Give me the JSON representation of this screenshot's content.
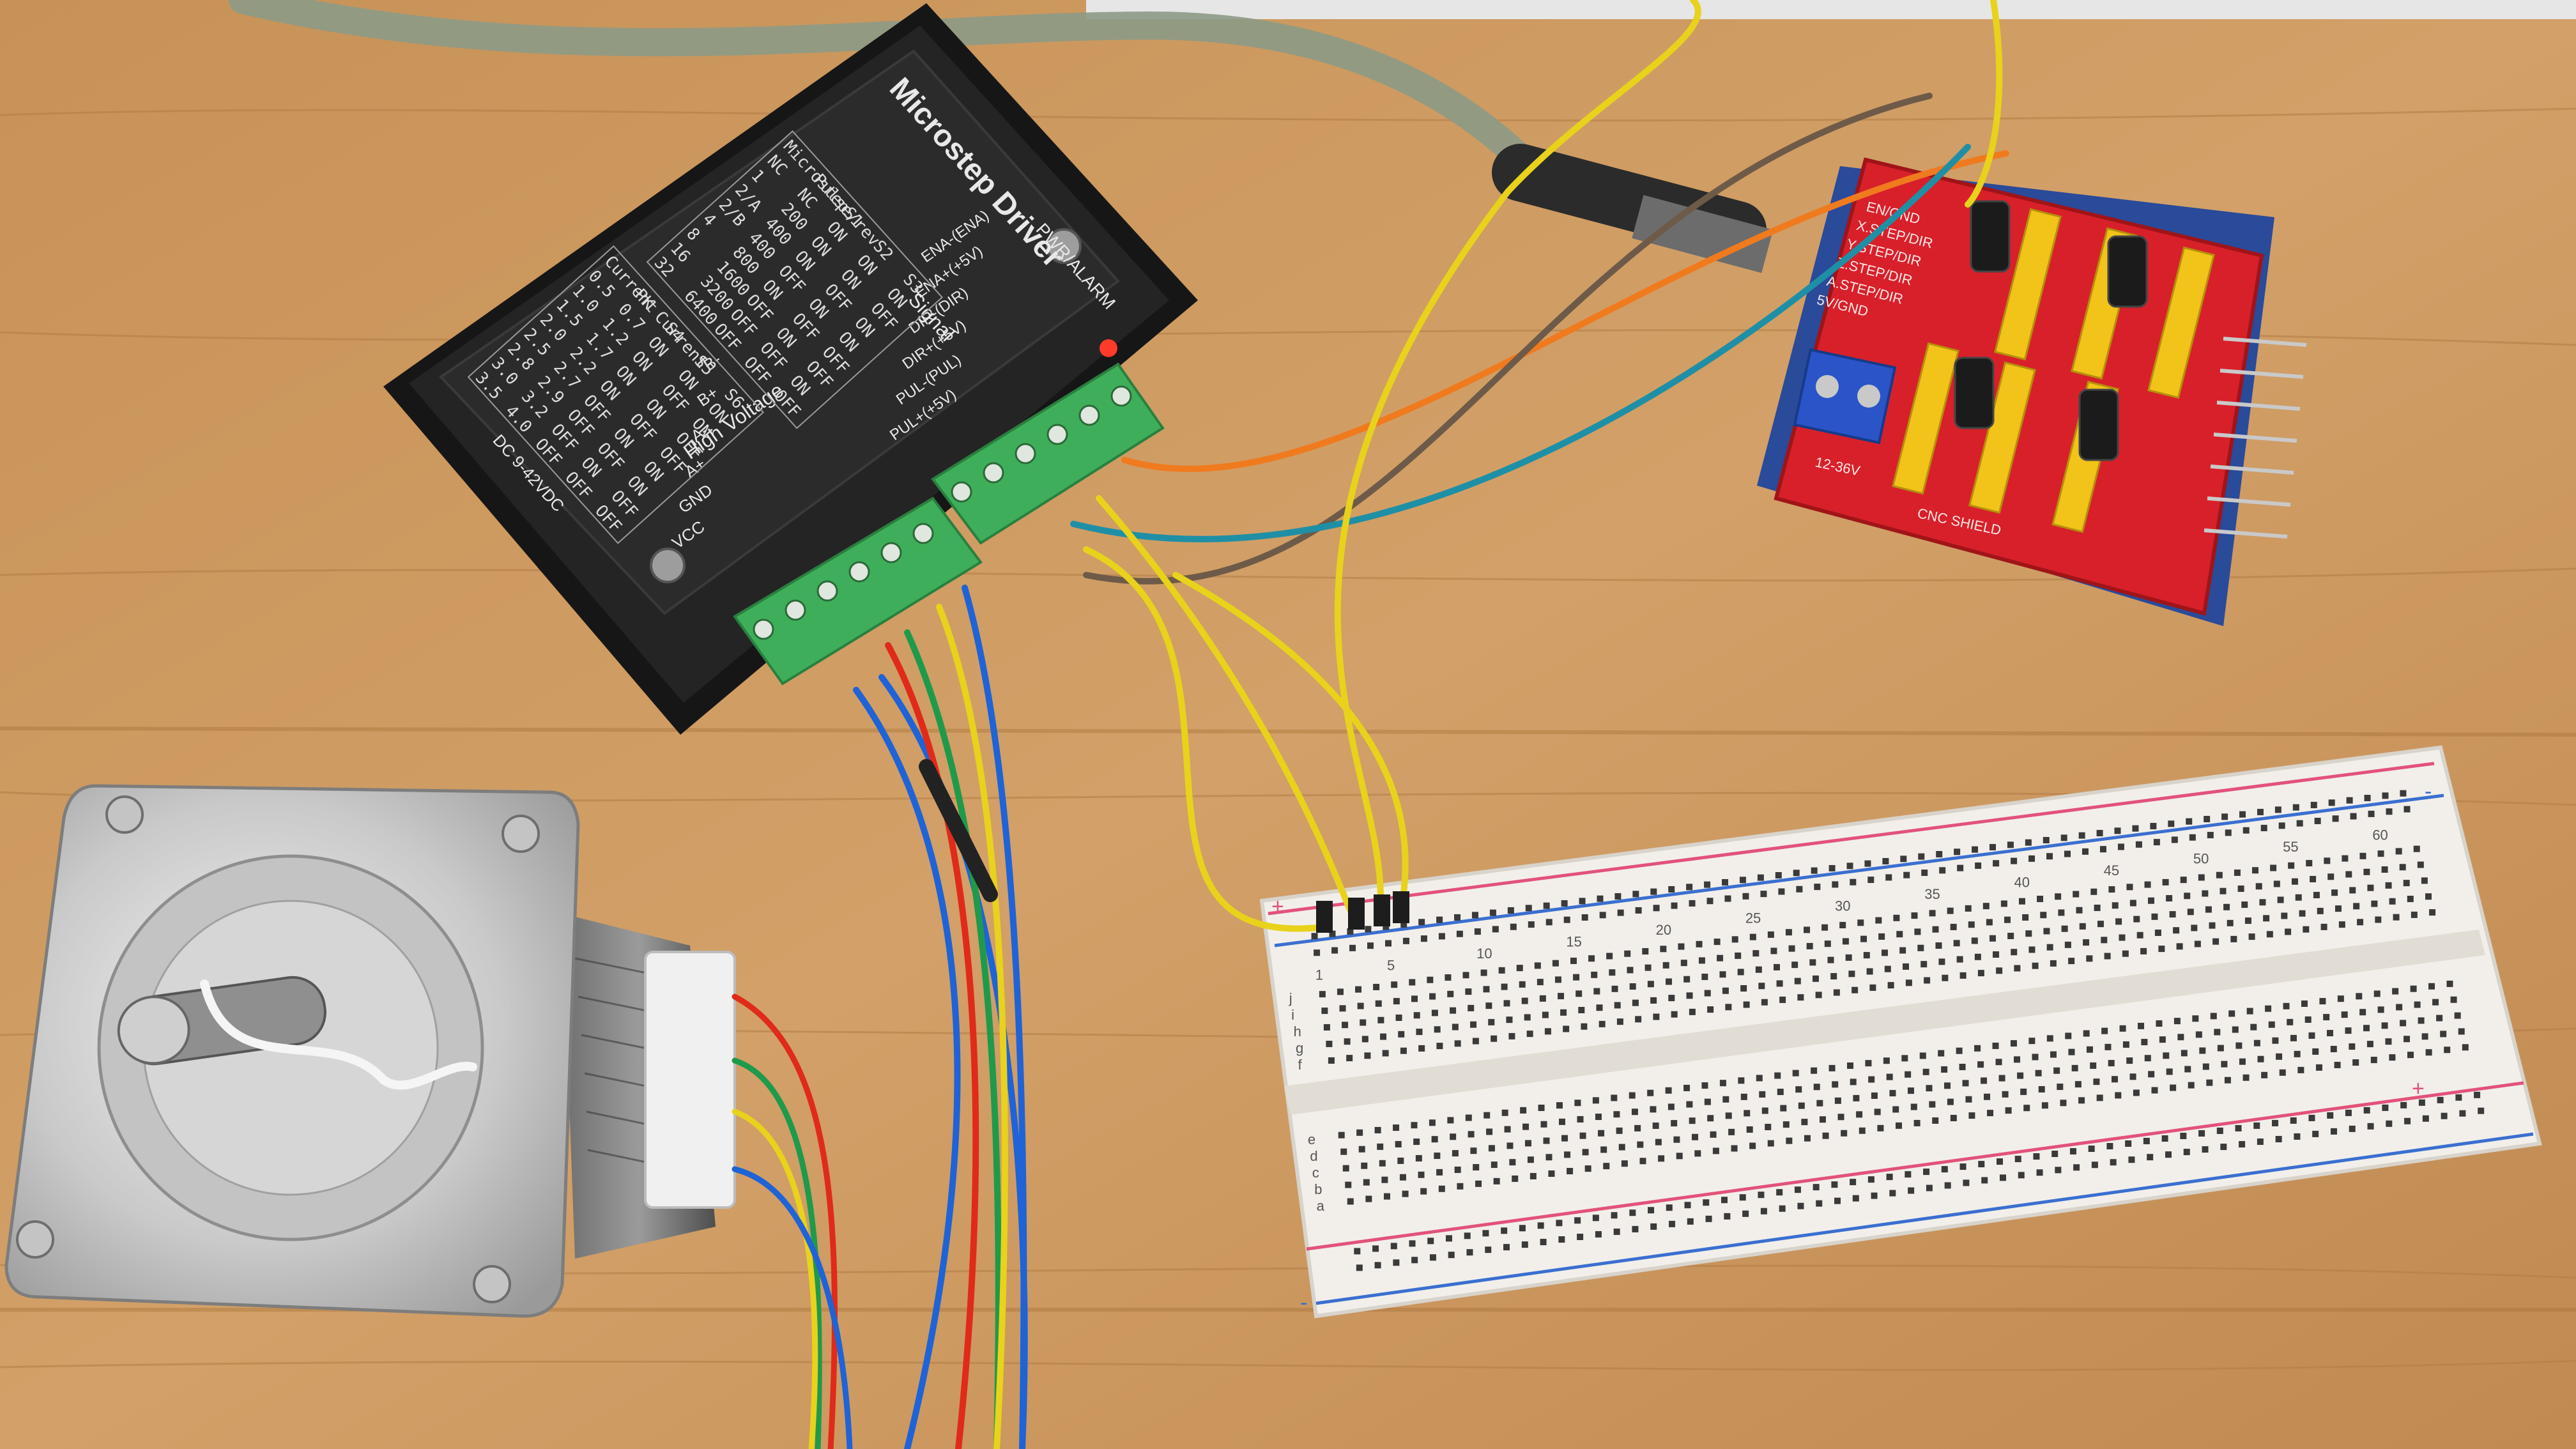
{
  "colors": {
    "table": "#c8965a",
    "driver_body": "#1f1f1f",
    "terminal": "#3fae5a",
    "shield": "#d8202a",
    "breadboard": "#f2efea",
    "rail_red": "#e2527a",
    "rail_blue": "#3a6fd0",
    "wire_yellow": "#e8d21c",
    "wire_orange": "#f07a1e",
    "wire_brown": "#6e5a48",
    "wire_teal": "#1f8fa6",
    "wire_blue": "#1f63d6",
    "wire_red": "#e02a1a",
    "wire_green": "#1f9a4a"
  },
  "driver": {
    "title": "Microstep Driver",
    "voltage": "DC 9-42VDC",
    "high_voltage_label": "High Voltage",
    "signal_label": "Signal",
    "pwr_alarm": "PWR/ALARM",
    "terminals_left": [
      "VCC",
      "GND",
      "A+",
      "A-",
      "B+",
      "B-"
    ],
    "terminals_right": [
      "ENA-(ENA)",
      "ENA+(+5V)",
      "DIR-(DIR)",
      "DIR+(+5V)",
      "PUL-(PUL)",
      "PUL+(+5V)"
    ],
    "microstep_table": {
      "headers": [
        "Microstep",
        "Pulse/rev",
        "S1",
        "S2",
        "S3"
      ],
      "rows": [
        [
          "NC",
          "NC",
          "ON",
          "ON",
          "ON"
        ],
        [
          "1",
          "200",
          "ON",
          "ON",
          "OFF"
        ],
        [
          "2/A",
          "400",
          "ON",
          "OFF",
          "ON"
        ],
        [
          "2/B",
          "400",
          "OFF",
          "ON",
          "ON"
        ],
        [
          "4",
          "800",
          "ON",
          "OFF",
          "OFF"
        ],
        [
          "8",
          "1600",
          "OFF",
          "ON",
          "OFF"
        ],
        [
          "16",
          "3200",
          "OFF",
          "OFF",
          "ON"
        ],
        [
          "32",
          "6400",
          "OFF",
          "OFF",
          "OFF"
        ]
      ]
    },
    "current_table": {
      "headers": [
        "Current",
        "PK Current",
        "S4",
        "S5",
        "S6"
      ],
      "rows": [
        [
          "0.5",
          "0.7",
          "ON",
          "ON",
          "ON"
        ],
        [
          "1.0",
          "1.2",
          "ON",
          "OFF",
          "ON"
        ],
        [
          "1.5",
          "1.7",
          "ON",
          "ON",
          "OFF"
        ],
        [
          "2.0",
          "2.2",
          "ON",
          "OFF",
          "OFF"
        ],
        [
          "2.5",
          "2.7",
          "OFF",
          "ON",
          "ON"
        ],
        [
          "2.8",
          "2.9",
          "OFF",
          "OFF",
          "ON"
        ],
        [
          "3.0",
          "3.2",
          "OFF",
          "ON",
          "OFF"
        ],
        [
          "3.5",
          "4.0",
          "OFF",
          "OFF",
          "OFF"
        ]
      ]
    }
  },
  "shield": {
    "label": "CNC SHIELD",
    "voltage": "12-36V",
    "pins": [
      "EN/GND",
      "X.STEP/DIR",
      "Y.STEP/DIR",
      "Z.STEP/DIR",
      "A.STEP/DIR",
      "5V/GND"
    ]
  },
  "breadboard": {
    "plus": "+",
    "minus": "-",
    "col_numbers": [
      "1",
      "5",
      "10",
      "15",
      "20",
      "25",
      "30",
      "35",
      "40",
      "45",
      "50",
      "55",
      "60"
    ],
    "row_letters": [
      "a",
      "b",
      "c",
      "d",
      "e",
      "f",
      "g",
      "h",
      "i",
      "j"
    ]
  }
}
